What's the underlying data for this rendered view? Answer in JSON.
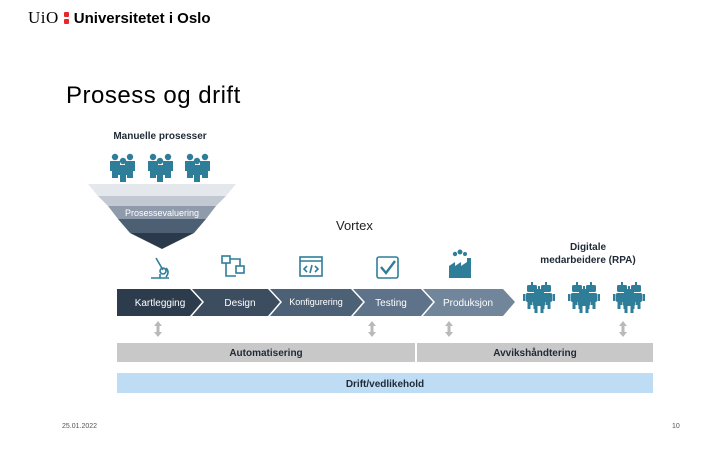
{
  "brand": {
    "short": "UiO",
    "name": "Universitetet i Oslo",
    "accent": "#e8272a"
  },
  "slide": {
    "title": "Prosess og drift",
    "overlay_text": "Vortex",
    "footer_date": "25.01.2022",
    "page_number": "10"
  },
  "diagram": {
    "manual_heading": "Manuelle prosesser",
    "funnel_label": "Prosessevaluering",
    "digital_heading_line1": "Digitale",
    "digital_heading_line2": "medarbeidere (RPA)",
    "steps": [
      {
        "label": "Kartlegging",
        "icon": "microscope-icon",
        "color": "#2d3c4c"
      },
      {
        "label": "Design",
        "icon": "workflow-icon",
        "color": "#3c4d60"
      },
      {
        "label": "Konfigurering",
        "icon": "code-window-icon",
        "color": "#4d6176"
      },
      {
        "label": "Testing",
        "icon": "checkbox-icon",
        "color": "#5e7389"
      },
      {
        "label": "Produksjon",
        "icon": "factory-icon",
        "color": "#71859b"
      }
    ],
    "bar_automation": "Automatisering",
    "bar_deviation": "Avvikshåndtering",
    "bar_operations": "Drift/vedlikehold",
    "colors": {
      "people": "#2f7e99",
      "robots": "#2f7e99",
      "grey_bar": "#c8c8c8",
      "blue_bar": "#bfdcf5",
      "icon": "#2f7e99"
    }
  }
}
